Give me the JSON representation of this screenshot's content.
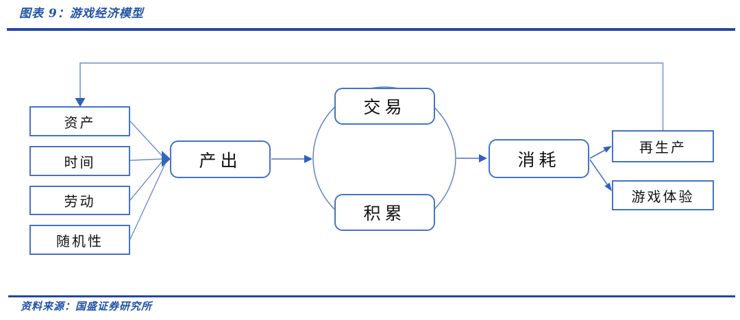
{
  "header": {
    "figure_caption": "图表 9：游戏经济模型"
  },
  "footer": {
    "source_note": "资料来源：国盛证券研究所"
  },
  "colors": {
    "accent_border": "#4472C4",
    "connector": "#4472C4",
    "feedback_loop": "#8FA8DD",
    "rule": "#21479E",
    "caption_text": "#2153A4",
    "node_text": "#111111"
  },
  "diagram": {
    "inputs": [
      {
        "label": "资产"
      },
      {
        "label": "时间"
      },
      {
        "label": "劳动"
      },
      {
        "label": "随机性"
      }
    ],
    "output": {
      "label": "产出"
    },
    "cycle": [
      {
        "label": "交易"
      },
      {
        "label": "积累"
      }
    ],
    "consume": {
      "label": "消耗"
    },
    "results": [
      {
        "label": "再生产"
      },
      {
        "label": "游戏体验"
      }
    ]
  }
}
